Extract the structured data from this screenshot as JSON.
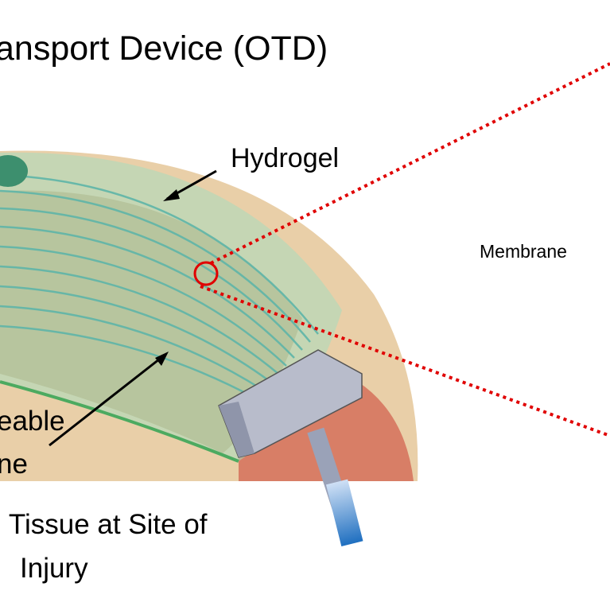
{
  "title": "ansport Device (OTD)",
  "labels": {
    "hydrogel": "Hydrogel",
    "membrane": "Membrane",
    "permeable_line1": "eable",
    "permeable_line2": "ne",
    "tissue_line1": "l Tissue at Site of",
    "tissue_line2": "Injury"
  },
  "colors": {
    "hydrogel": "#bfe3cc",
    "membrane_fibers": "#5fb5a8",
    "callout": "#e00000",
    "tissue": "#d9a070",
    "device": "#b8bccb"
  }
}
